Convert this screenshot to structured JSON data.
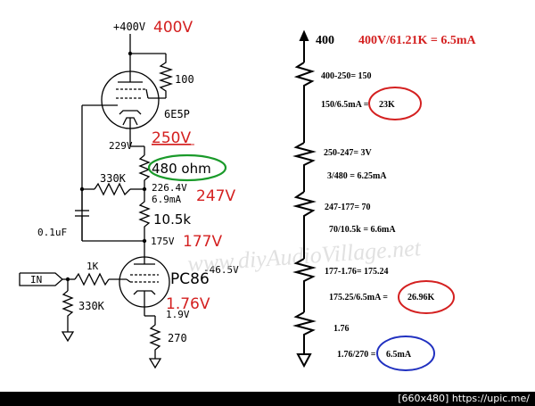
{
  "schematic": {
    "supply_label": "+400V",
    "supply_red": "400V",
    "r_100": "100",
    "tube1": "6E5P",
    "v229": "229V",
    "v250": "250V",
    "r_330k_fb": "330K",
    "oval_green": "480 ohm",
    "v226": "226.4V",
    "i69": "6.9mA",
    "v247": "247V",
    "r_105k": "10.5k",
    "cap": "0.1uF",
    "v175": "175V",
    "v177": "177V",
    "in_label": "IN",
    "r_1k": "1K",
    "tube2": "PC86",
    "neg465": "-46.5V",
    "r_330k_grid": "330K",
    "v176": "1.76V",
    "v19": "1.9V",
    "r_270": "270"
  },
  "calc": {
    "top_400": "400",
    "headline": "400V/61.21K = 6.5mA",
    "l1": "400-250= 150",
    "l2a": "150/6.5mA = ",
    "l2b": "23K",
    "l3": "250-247= 3V",
    "l4": "3/480 = 6.25mA",
    "l5": "247-177= 70",
    "l6": "70/10.5k = 6.6mA",
    "l7": "177-1.76= 175.24",
    "l8a": "175.25/6.5mA = ",
    "l8b": "26.96K",
    "l9": "1.76",
    "l10a": "1.76/270 = ",
    "l10b": "6.5mA"
  },
  "watermark": "www.diyAudioVillage.net",
  "footer": "[660x480] https://upic.me/",
  "colors": {
    "red": "#d42020",
    "green": "#1a9a2a",
    "blue": "#2030c0",
    "ink": "#000000"
  }
}
